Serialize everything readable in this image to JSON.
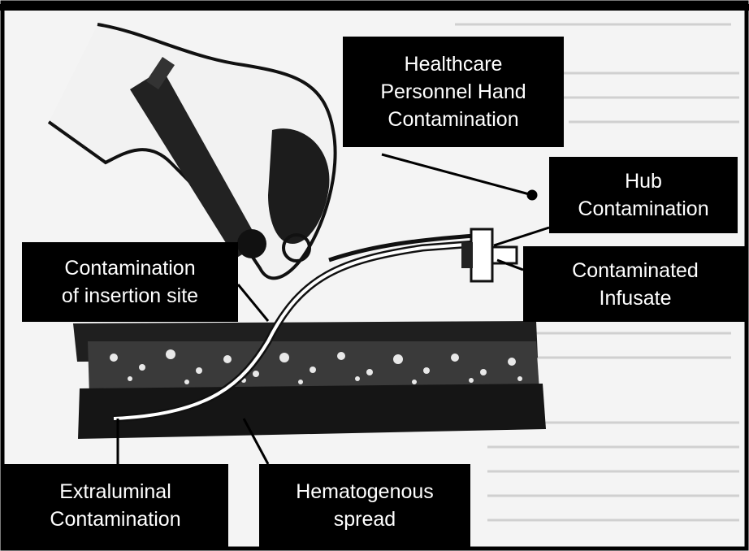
{
  "labels": {
    "hand": {
      "line1": "Healthcare",
      "line2": "Personnel Hand",
      "line3": "Contamination"
    },
    "hub": {
      "line1": "Hub",
      "line2": "Contamination"
    },
    "infusate": {
      "line1": "Contaminated",
      "line2": "Infusate"
    },
    "site": {
      "line1": "Contamination",
      "line2": "of insertion site"
    },
    "extraluminal": {
      "line1": "Extraluminal",
      "line2": "Contamination"
    },
    "hematogenous": {
      "line1": "Hematogenous",
      "line2": "spread"
    }
  },
  "colors": {
    "label_bg": "#000000",
    "label_text": "#ffffff",
    "illustration_ink": "#1a1a1a",
    "paper": "#f4f4f4"
  }
}
